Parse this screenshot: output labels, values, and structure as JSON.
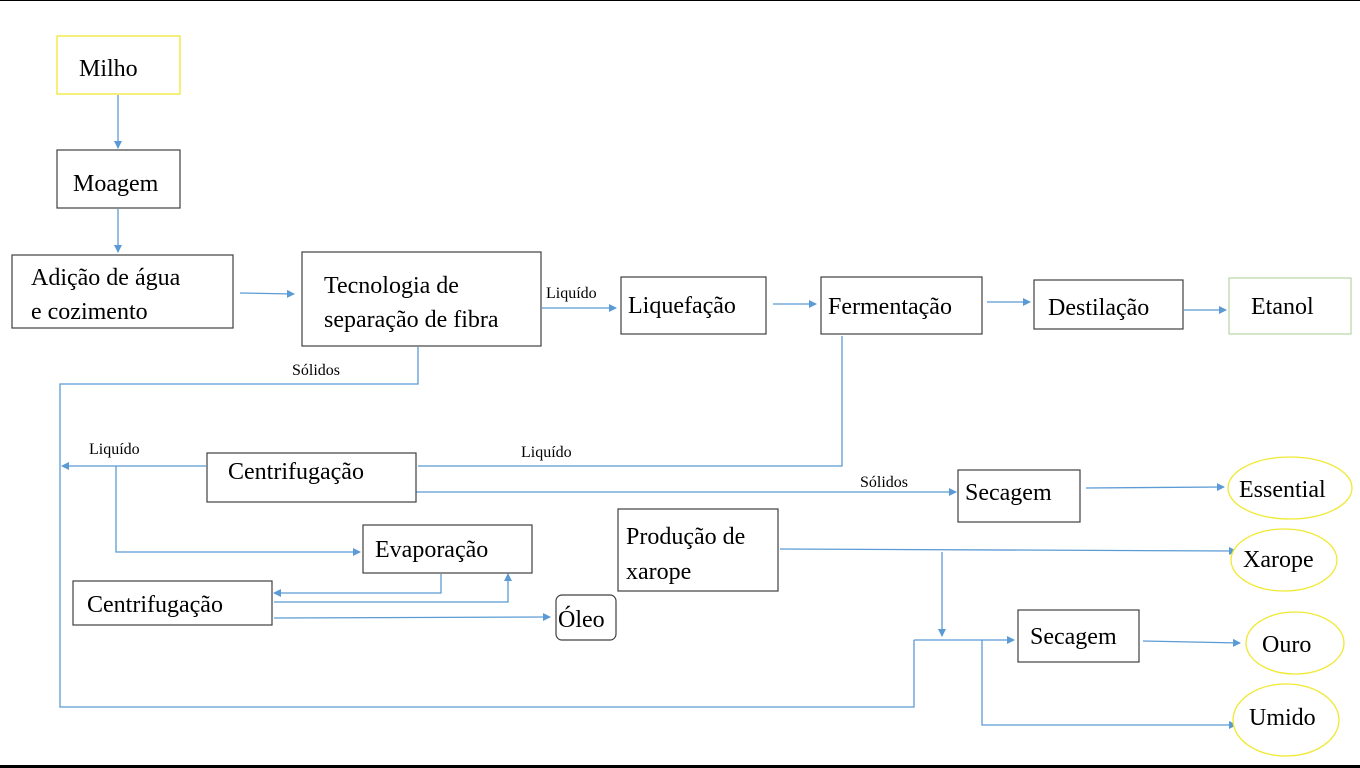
{
  "nodes": {
    "milho": "Milho",
    "moagem": "Moagem",
    "adicao_l1": "Adição de água",
    "adicao_l2": "e cozimento",
    "tecnologia_l1": "Tecnologia de",
    "tecnologia_l2": "separação de fibra",
    "liquefacao": "Liquefação",
    "fermentacao": "Fermentação",
    "destilacao": "Destilação",
    "etanol": "Etanol",
    "centrifugacao1": "Centrifugação",
    "evaporacao": "Evaporação",
    "centrifugacao2": "Centrifugação",
    "oleo": "Óleo",
    "producao_l1": "Produção de",
    "producao_l2": "xarope",
    "secagem1": "Secagem",
    "secagem2": "Secagem",
    "essential": "Essential",
    "xarope": "Xarope",
    "ouro": "Ouro",
    "umido": "Umido"
  },
  "edge_labels": {
    "liquido_top": "Liquído",
    "solidos_top": "Sólidos",
    "liquido_left": "Liquído",
    "liquido_mid": "Liquído",
    "solidos_mid": "Sólidos"
  },
  "colors": {
    "line": "#5b9bd5",
    "milho_border": "#f0e832",
    "etanol_border": "#70ad47"
  }
}
